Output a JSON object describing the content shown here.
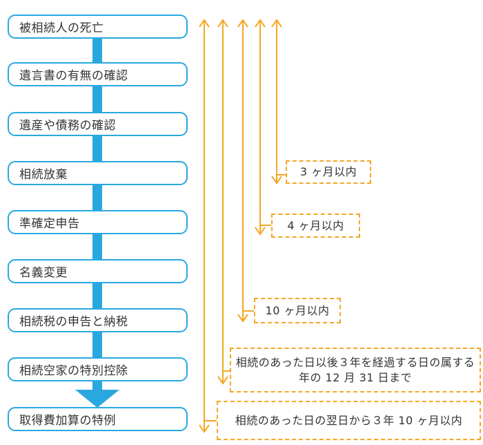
{
  "steps": [
    {
      "label": "被相続人の死亡"
    },
    {
      "label": "遺言書の有無の確認"
    },
    {
      "label": "遺産や債務の確認"
    },
    {
      "label": "相続放棄"
    },
    {
      "label": "準確定申告"
    },
    {
      "label": "名義変更"
    },
    {
      "label": "相続税の申告と納税"
    },
    {
      "label": "相続空家の特別控除"
    },
    {
      "label": "取得費加算の特例"
    }
  ],
  "deadlines": [
    {
      "label": "3 ヶ月以内"
    },
    {
      "label": "4 ヶ月以内"
    },
    {
      "label": "10 ヶ月以内"
    },
    {
      "label": "相続のあった日以後３年を経過する日の属する年の 12 月 31 日まで"
    },
    {
      "label": "相続のあった日の翌日から３年 10 ヶ月以内"
    }
  ],
  "colors": {
    "flow": "#29a8df",
    "deadline": "#f5a623"
  }
}
